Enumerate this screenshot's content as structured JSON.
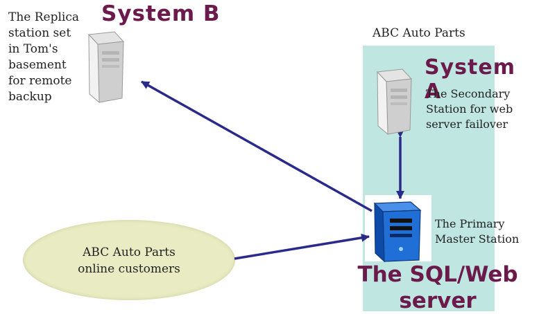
{
  "system_b": {
    "title": "System B",
    "desc_lines": [
      "The Replica",
      "station set",
      "in Tom's",
      "basement",
      "for remote",
      "backup"
    ]
  },
  "system_a": {
    "site_label": "ABC Auto Parts",
    "title": "System A",
    "desc_lines": [
      "The Secondary",
      "Station for web",
      "server failover"
    ]
  },
  "primary": {
    "desc_lines": [
      "The Primary",
      "Master Station"
    ],
    "title_lines": [
      "The SQL/Web",
      "server"
    ]
  },
  "customers": {
    "lines": [
      "ABC Auto Parts",
      "online customers"
    ]
  },
  "colors": {
    "title": "#6b1a4b",
    "arrow": "#2a2a8a",
    "site_box": "#bfe6e0",
    "ellipse": "#e9ecc2",
    "primary_server": "#1f6fd6"
  },
  "icons": {
    "replica_server": "server-tower-icon",
    "secondary_server": "server-tower-icon",
    "primary_server": "server-tower-icon"
  }
}
